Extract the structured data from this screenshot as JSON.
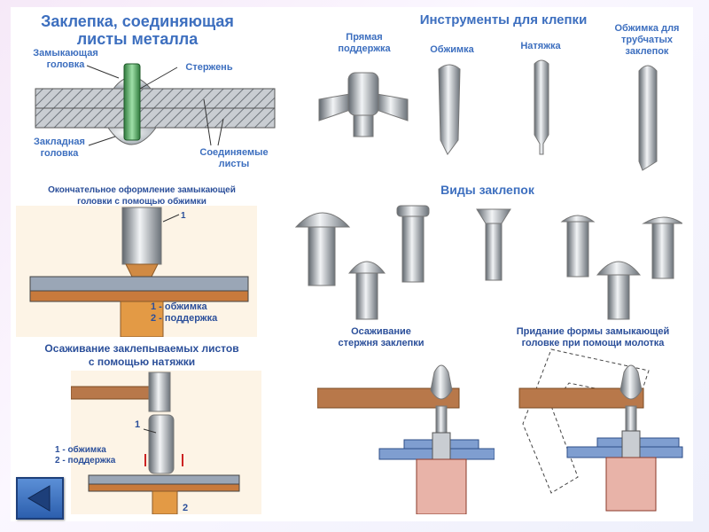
{
  "section1": {
    "title_line1": "Заклепка, соединяющая",
    "title_line2": "листы металла",
    "label_closing_head_1": "Замыкающая",
    "label_closing_head_2": "головка",
    "label_shank": "Стержень",
    "label_embedded_head_1": "Закладная",
    "label_embedded_head_2": "головка",
    "label_sheets_1": "Соединяемые",
    "label_sheets_2": "листы"
  },
  "tools": {
    "title": "Инструменты для клепки",
    "items": [
      {
        "label_1": "Прямая",
        "label_2": "поддержка"
      },
      {
        "label_1": "Обжимка",
        "label_2": ""
      },
      {
        "label_1": "Натяжка",
        "label_2": ""
      },
      {
        "label_1": "Обжимка для",
        "label_2": "трубчатых",
        "label_3": "заклепок"
      }
    ]
  },
  "finishing": {
    "caption_1": "Окончательное оформление замыкающей",
    "caption_2": "головки с помощью обжимки",
    "num": "1",
    "legend_1": "1 - обжимка",
    "legend_2": "2 - поддержка"
  },
  "rivet_types": {
    "title": "Виды заклепок"
  },
  "upsetting_sheets": {
    "caption_1": "Осаживание заклепываемых листов",
    "caption_2": "с помощью натяжки",
    "num_1": "1",
    "num_2": "2",
    "legend_1": "1 - обжимка",
    "legend_2": "2 - поддержка"
  },
  "upsetting_shank": {
    "caption_1": "Осаживание",
    "caption_2": "стержня заклепки"
  },
  "hammer_forming": {
    "caption_1": "Придание формы замыкающей",
    "caption_2": "головке при помощи молотка"
  },
  "colors": {
    "title_blue": "#3d6fbf",
    "steel": "#9aa3ab",
    "wood": "#b8784a",
    "sheet_blue": "#7f9ed0"
  },
  "nav": {
    "icon": "back-arrow-icon"
  }
}
